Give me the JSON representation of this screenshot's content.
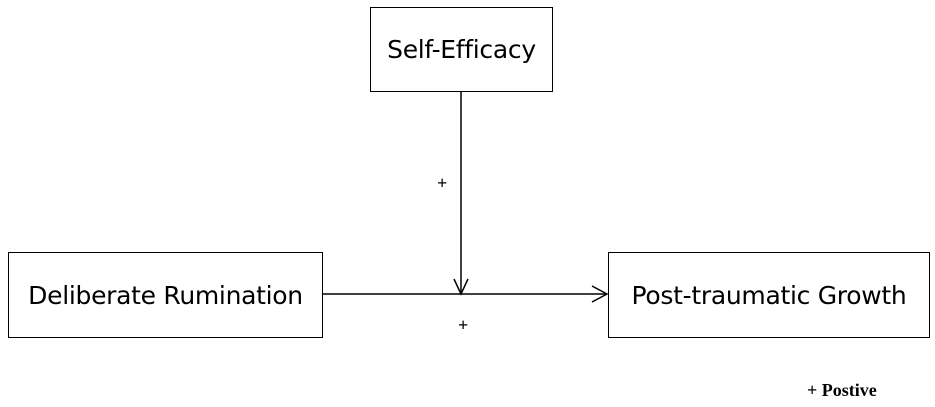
{
  "nodes": {
    "moderator": {
      "label": "Self-Efficacy"
    },
    "predictor": {
      "label": "Deliberate Rumination"
    },
    "outcome": {
      "label": "Post-traumatic Growth"
    }
  },
  "edges": [
    {
      "from": "moderator",
      "to": "predictor-outcome path",
      "sign": "+"
    },
    {
      "from": "predictor",
      "to": "outcome",
      "sign": "+"
    }
  ],
  "legend": {
    "text": "+ Postive"
  }
}
